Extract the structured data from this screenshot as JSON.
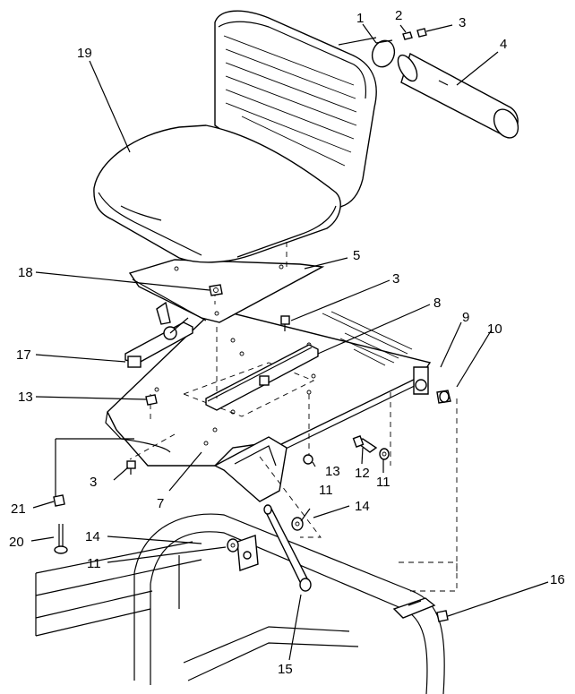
{
  "diagram": {
    "callouts": [
      {
        "id": "c1",
        "label": "1"
      },
      {
        "id": "c2",
        "label": "2"
      },
      {
        "id": "c3a",
        "label": "3"
      },
      {
        "id": "c4",
        "label": "4"
      },
      {
        "id": "c19",
        "label": "19"
      },
      {
        "id": "c5",
        "label": "5"
      },
      {
        "id": "c18",
        "label": "18"
      },
      {
        "id": "c3b",
        "label": "3"
      },
      {
        "id": "c8",
        "label": "8"
      },
      {
        "id": "c9",
        "label": "9"
      },
      {
        "id": "c10",
        "label": "10"
      },
      {
        "id": "c17",
        "label": "17"
      },
      {
        "id": "c13a",
        "label": "13"
      },
      {
        "id": "c13b",
        "label": "13"
      },
      {
        "id": "c12",
        "label": "12"
      },
      {
        "id": "c11a",
        "label": "11"
      },
      {
        "id": "c3c",
        "label": "3"
      },
      {
        "id": "c7",
        "label": "7"
      },
      {
        "id": "c11b",
        "label": "11"
      },
      {
        "id": "c14a",
        "label": "14"
      },
      {
        "id": "c21",
        "label": "21"
      },
      {
        "id": "c20",
        "label": "20"
      },
      {
        "id": "c14b",
        "label": "14"
      },
      {
        "id": "c11c",
        "label": "11"
      },
      {
        "id": "c16",
        "label": "16"
      },
      {
        "id": "c15",
        "label": "15"
      }
    ]
  }
}
